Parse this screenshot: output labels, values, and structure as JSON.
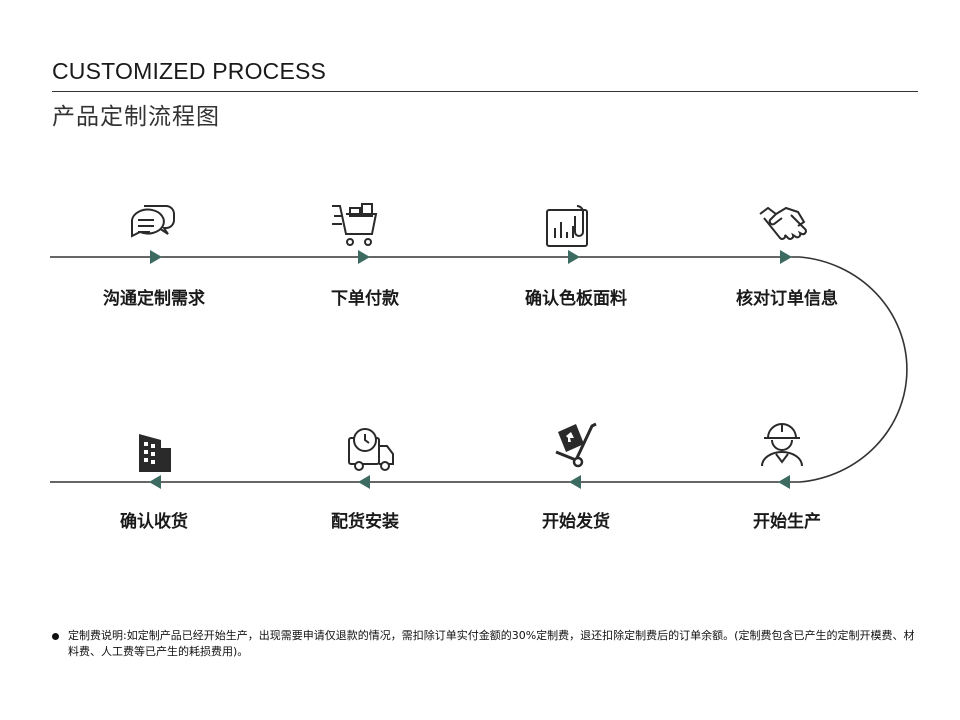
{
  "header": {
    "title_en": "CUSTOMIZED PROCESS",
    "title_cn": "产品定制流程图"
  },
  "colors": {
    "line": "#333333",
    "marker": "#3d6b62",
    "icon": "#2a2a2a"
  },
  "steps": [
    {
      "label": "沟通定制需求",
      "icon": "chat-bubbles-icon"
    },
    {
      "label": "下单付款",
      "icon": "shopping-cart-icon"
    },
    {
      "label": "确认色板面料",
      "icon": "chart-document-icon"
    },
    {
      "label": "核对订单信息",
      "icon": "handshake-icon"
    },
    {
      "label": "开始生产",
      "icon": "worker-helmet-icon"
    },
    {
      "label": "开始发货",
      "icon": "hand-truck-icon"
    },
    {
      "label": "配货安装",
      "icon": "delivery-truck-clock-icon"
    },
    {
      "label": "确认收货",
      "icon": "building-icon"
    }
  ],
  "note": {
    "text": "定制费说明:如定制产品已经开始生产，出现需要申请仅退款的情况，需扣除订单实付金额的30%定制费，退还扣除定制费后的订单余额。(定制费包含已产生的定制开模费、材料费、人工费等已产生的耗损费用)。"
  }
}
